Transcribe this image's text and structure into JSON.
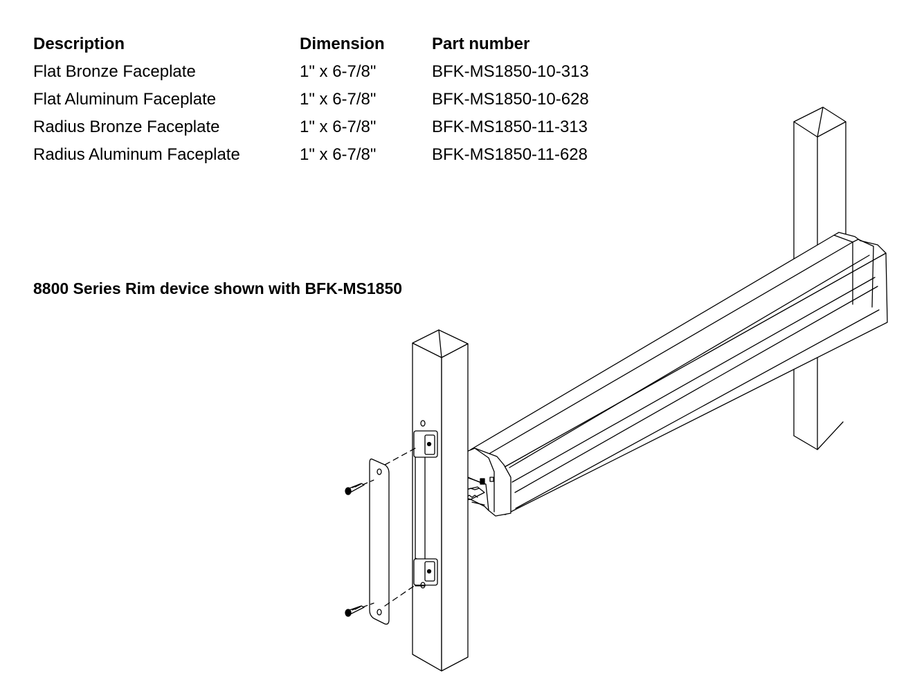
{
  "table": {
    "headers": {
      "description": "Description",
      "dimension": "Dimension",
      "part_number": "Part number"
    },
    "rows": [
      {
        "description": "Flat Bronze Faceplate",
        "dimension": "1\" x 6-7/8\"",
        "part_number": "BFK-MS1850-10-313"
      },
      {
        "description": "Flat Aluminum Faceplate",
        "dimension": "1\" x 6-7/8\"",
        "part_number": "BFK-MS1850-10-628"
      },
      {
        "description": "Radius Bronze Faceplate",
        "dimension": "1\" x 6-7/8\"",
        "part_number": "BFK-MS1850-11-313"
      },
      {
        "description": "Radius Aluminum Faceplate",
        "dimension": "1\" x 6-7/8\"",
        "part_number": "BFK-MS1850-11-628"
      }
    ]
  },
  "caption": "8800 Series Rim device shown with BFK-MS1850",
  "colors": {
    "text": "#000000",
    "line": "#000000",
    "background": "#ffffff"
  }
}
